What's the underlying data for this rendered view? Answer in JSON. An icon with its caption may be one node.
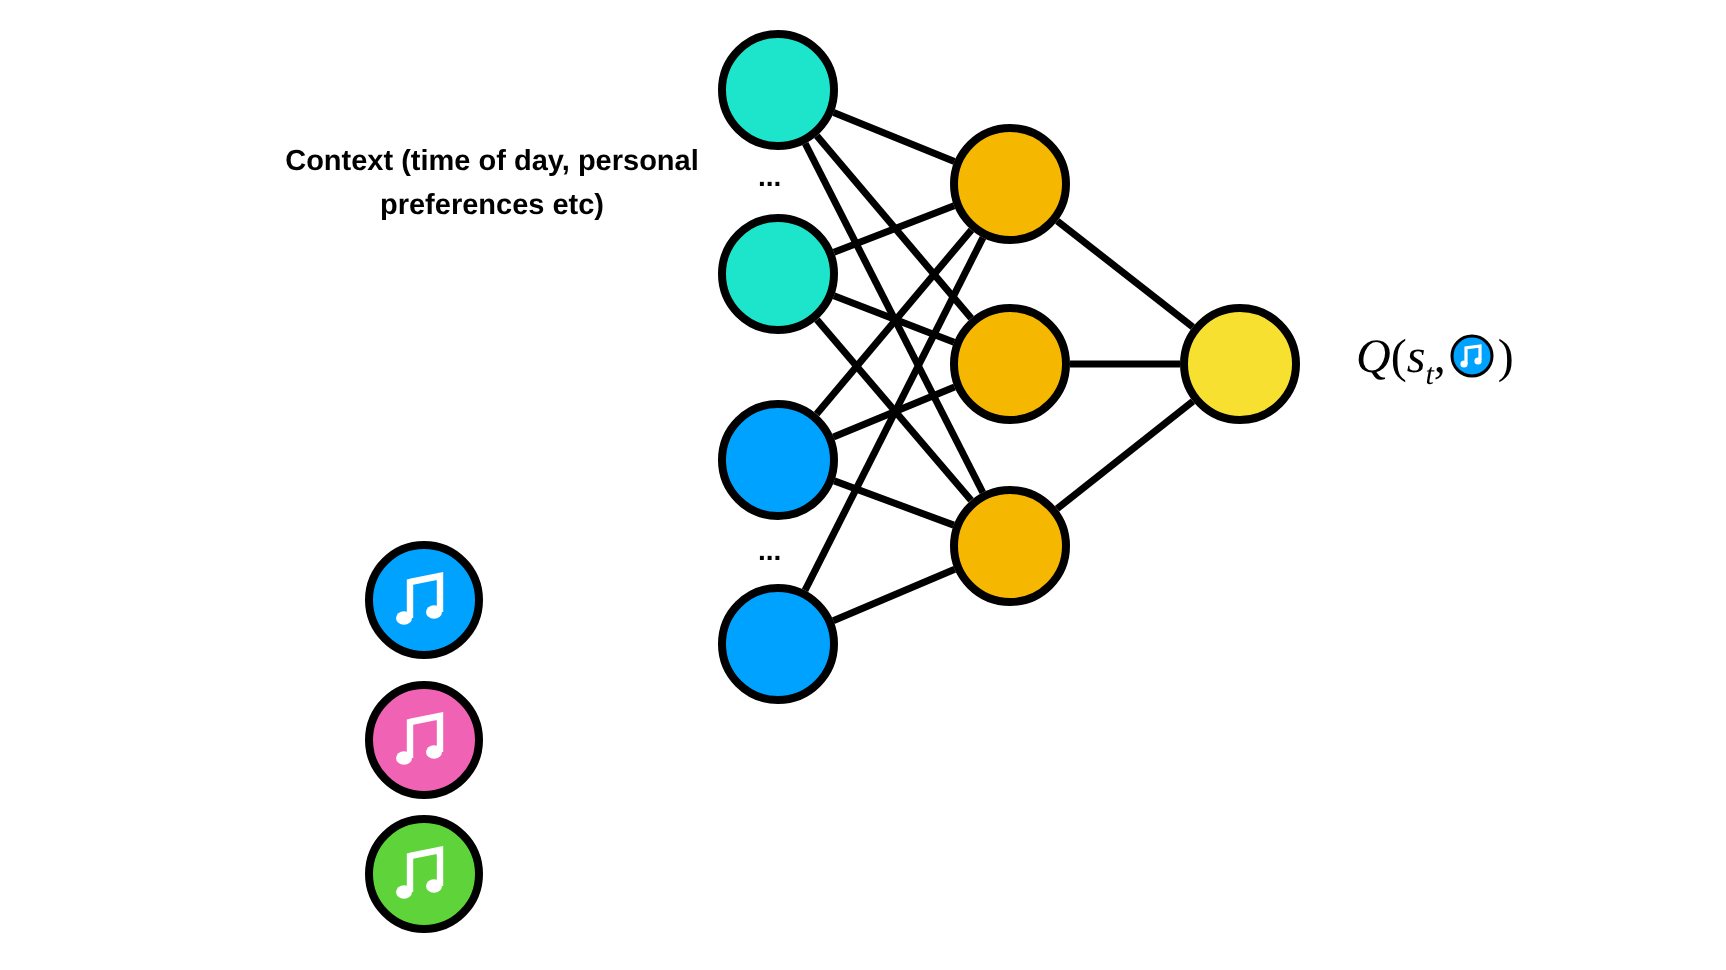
{
  "diagram": {
    "nodes": [
      {
        "text": [],
        "shape": "circle"
      },
      {
        "text": [],
        "shape": "circle"
      },
      {
        "text": [],
        "shape": "circle"
      },
      {
        "text": [],
        "shape": "circle"
      },
      {
        "text": [],
        "shape": "circle"
      },
      {
        "text": [],
        "shape": "circle"
      },
      {
        "text": [],
        "shape": "circle"
      },
      {
        "text": [],
        "shape": "circle",
        "beside": [
          "*Q*(*s*$_{t}$,",
          ")"
        ]
      }
    ],
    "edges": [
      {
        "from": 0,
        "to": 4,
        "arrow": "none"
      },
      {
        "from": 0,
        "to": 5,
        "arrow": "none"
      },
      {
        "from": 0,
        "to": 6,
        "arrow": "none"
      },
      {
        "from": 1,
        "to": 4,
        "arrow": "none"
      },
      {
        "from": 1,
        "to": 5,
        "arrow": "none"
      },
      {
        "from": 1,
        "to": 6,
        "arrow": "none"
      },
      {
        "from": 2,
        "to": 4,
        "arrow": "none"
      },
      {
        "from": 2,
        "to": 5,
        "arrow": "none"
      },
      {
        "from": 2,
        "to": 6,
        "arrow": "none"
      },
      {
        "from": 3,
        "to": 4,
        "arrow": "none"
      },
      {
        "from": 3,
        "to": 6,
        "arrow": "none"
      },
      {
        "from": 4,
        "to": 7,
        "arrow": "none"
      },
      {
        "from": 5,
        "to": 7,
        "arrow": "none"
      },
      {
        "from": 6,
        "to": 7,
        "arrow": "none"
      }
    ],
    "labels": [
      "Context (time of day, personal preferences etc)",
      "...",
      "..."
    ]
  }
}
